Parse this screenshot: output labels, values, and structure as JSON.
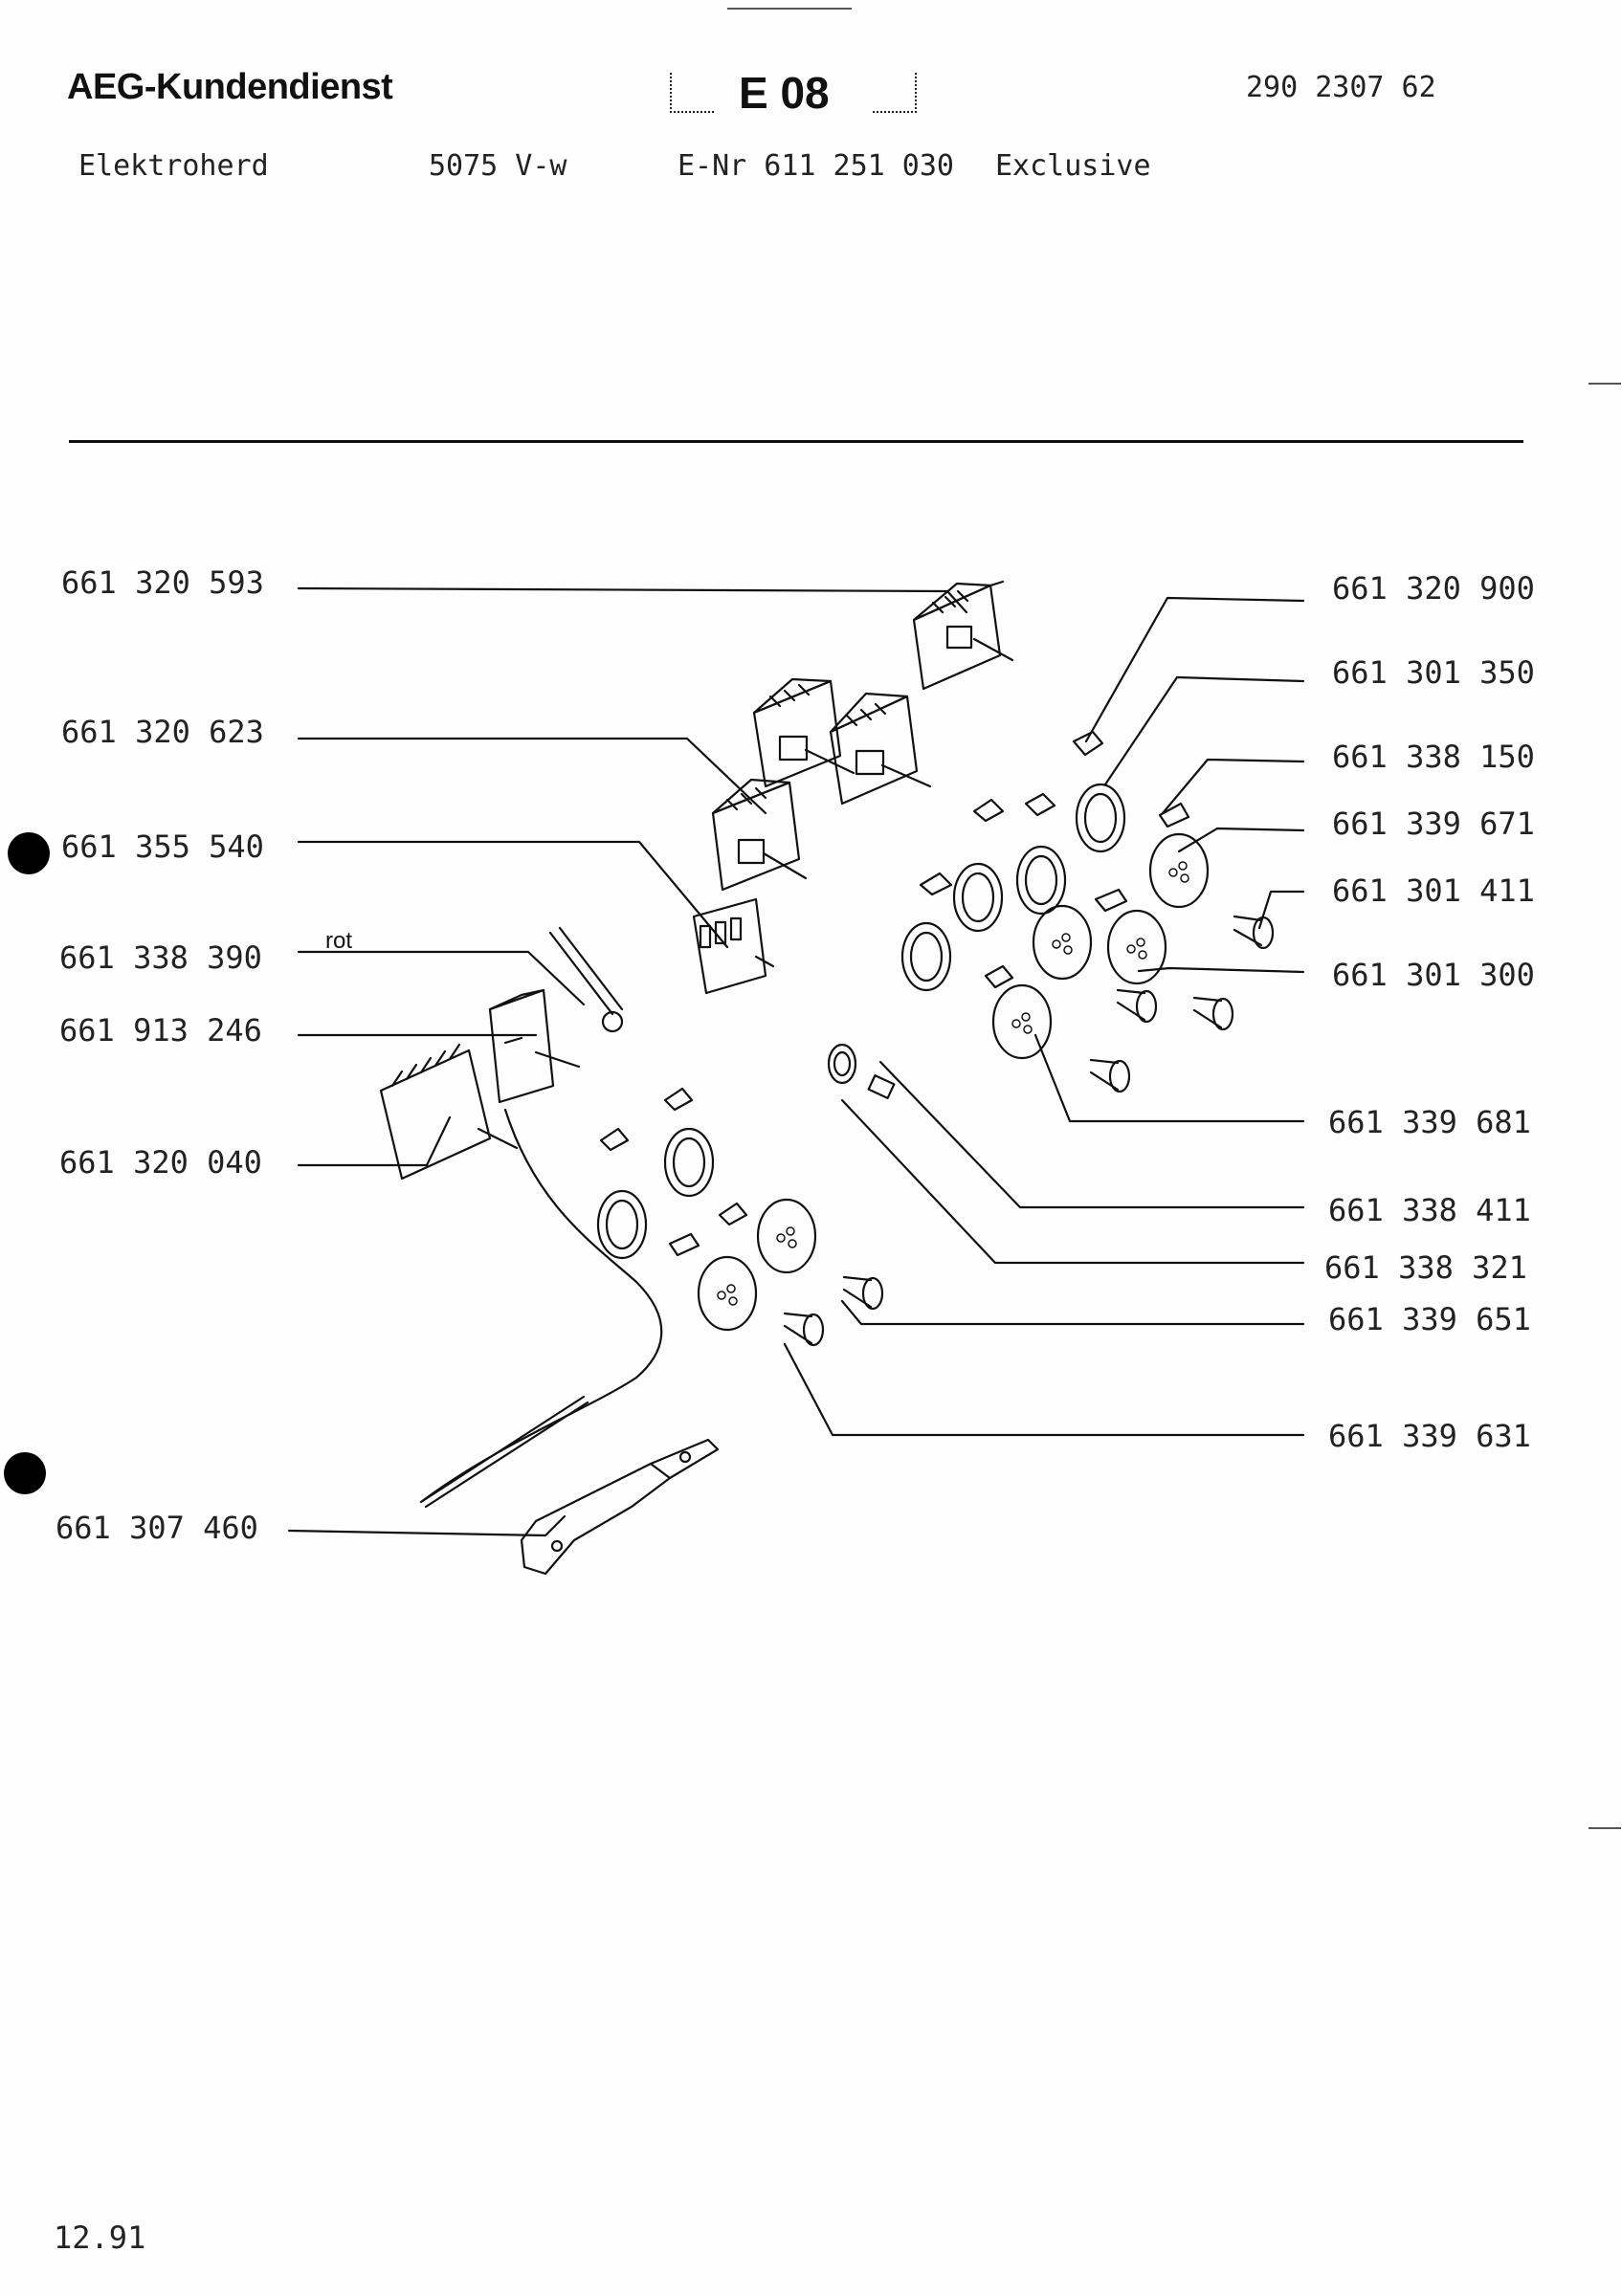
{
  "header": {
    "brand": "AEG-Kundendienst",
    "sheet_code": "E 08",
    "doc_number": "290 2307 62"
  },
  "subheader": {
    "appliance": "Elektroherd",
    "model": "5075 V-w",
    "enr": "E-Nr 611 251 030",
    "variant": "Exclusive"
  },
  "parts_left": [
    {
      "number": "661 320 593",
      "marked": false
    },
    {
      "number": "661 320 623",
      "marked": false
    },
    {
      "number": "661 355 540",
      "marked": true
    },
    {
      "number": "661 338 390",
      "marked": false
    },
    {
      "number": "661 913 246",
      "marked": false
    },
    {
      "number": "661 320 040",
      "marked": false
    },
    {
      "number": "661 307 460",
      "marked": true
    }
  ],
  "parts_right": [
    {
      "number": "661 320 900"
    },
    {
      "number": "661 301 350"
    },
    {
      "number": "661 338 150"
    },
    {
      "number": "661 339 671"
    },
    {
      "number": "661 301 411"
    },
    {
      "number": "661 301 300"
    },
    {
      "number": "661 339 681"
    },
    {
      "number": "661 338 411"
    },
    {
      "number": "661 338 321"
    },
    {
      "number": "661 339 651"
    },
    {
      "number": "661 339 631"
    }
  ],
  "wire_color_label": "rot",
  "footer_date": "12.91"
}
